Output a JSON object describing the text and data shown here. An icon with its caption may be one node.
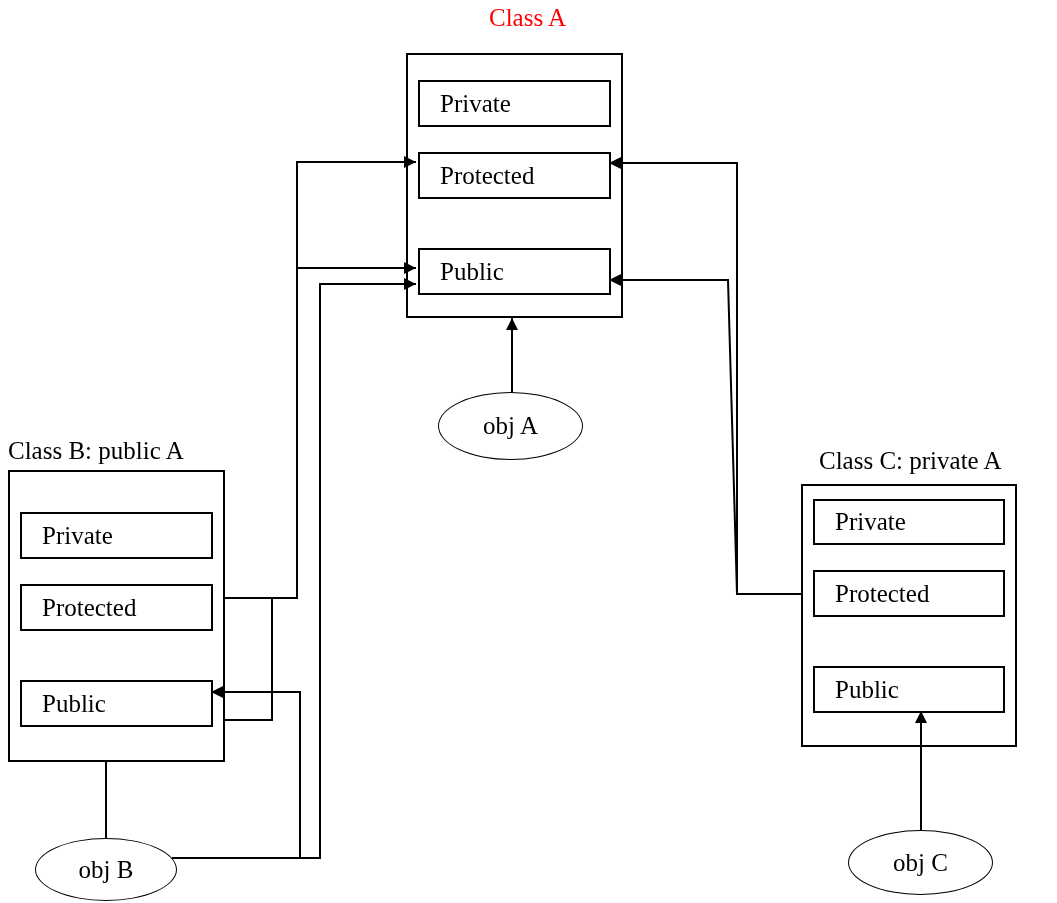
{
  "diagram": {
    "nodes": [
      {
        "text": [
          "Class A"
        ]
      },
      {
        "text": [
          "Private"
        ],
        "in": 0
      },
      {
        "text": [
          "Protected"
        ],
        "in": 0
      },
      {
        "text": [
          "Public"
        ],
        "in": 0
      },
      {
        "text": [
          "obj A"
        ]
      },
      {
        "text": [
          "Class B: public A"
        ]
      },
      {
        "text": [
          "Private"
        ],
        "in": 5
      },
      {
        "text": [
          "Protected"
        ],
        "in": 5
      },
      {
        "text": [
          "Public"
        ],
        "in": 5
      },
      {
        "text": [
          "obj B"
        ]
      },
      {
        "text": [
          "Class C: private A"
        ]
      },
      {
        "text": [
          "Private"
        ],
        "in": 10
      },
      {
        "text": [
          "Protected"
        ],
        "in": 10
      },
      {
        "text": [
          "Public"
        ],
        "in": 10
      },
      {
        "text": [
          "obj C"
        ]
      }
    ],
    "edges": [
      {
        "from": 5,
        "to": 2,
        "arrow": "to"
      },
      {
        "from": 5,
        "to": 3,
        "arrow": "to"
      },
      {
        "from": 9,
        "to": 3,
        "arrow": "to"
      },
      {
        "from": 10,
        "to": 2,
        "arrow": "to"
      },
      {
        "from": 10,
        "to": 3,
        "arrow": "to"
      },
      {
        "from": 4,
        "to": 0,
        "arrow": "to"
      },
      {
        "from": 5,
        "to": 9,
        "arrow": "none"
      },
      {
        "from": 9,
        "to": 8,
        "arrow": "to"
      },
      {
        "from": 14,
        "to": 13,
        "arrow": "to"
      }
    ]
  }
}
